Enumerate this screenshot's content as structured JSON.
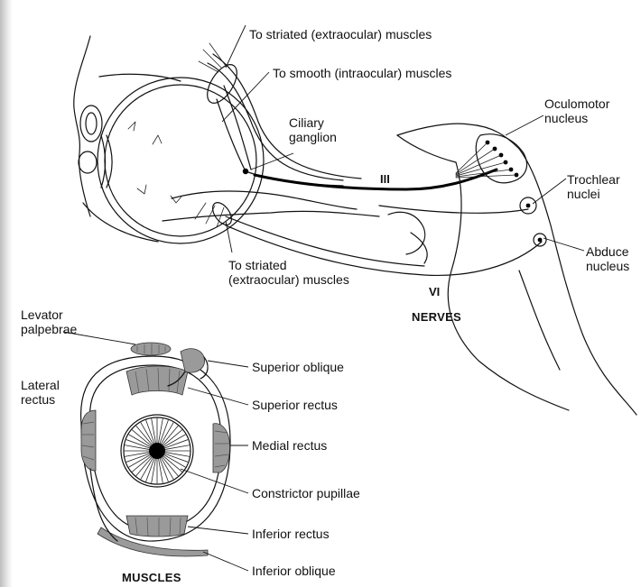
{
  "labels": {
    "striated_upper": "To striated (extraocular) muscles",
    "smooth": "To smooth (intraocular) muscles",
    "ciliary_line1": "Ciliary",
    "ciliary_line2": "ganglion",
    "oculomotor_line1": "Oculomotor",
    "oculomotor_line2": "nucleus",
    "trochlear_line1": "Trochlear",
    "trochlear_line2": "nuclei",
    "abducens_line1": "Abduce",
    "abducens_line2": "nucleus",
    "striated_lower_line1": "To striated",
    "striated_lower_line2": "(extraocular) muscles",
    "nerve_three": "III",
    "nerve_six": "VI",
    "nerves_title": "NERVES",
    "levator_line1": "Levator",
    "levator_line2": "palpebrae",
    "lateral_line1": "Lateral",
    "lateral_line2": "rectus",
    "superior_oblique": "Superior oblique",
    "superior_rectus": "Superior rectus",
    "medial_rectus": "Medial rectus",
    "constrictor": "Constrictor pupillae",
    "inferior_rectus": "Inferior rectus",
    "inferior_oblique": "Inferior oblique",
    "muscles_title": "MUSCLES"
  },
  "colors": {
    "ink": "#111111",
    "muscle_fill": "#9a9a9a",
    "background": "#ffffff"
  }
}
